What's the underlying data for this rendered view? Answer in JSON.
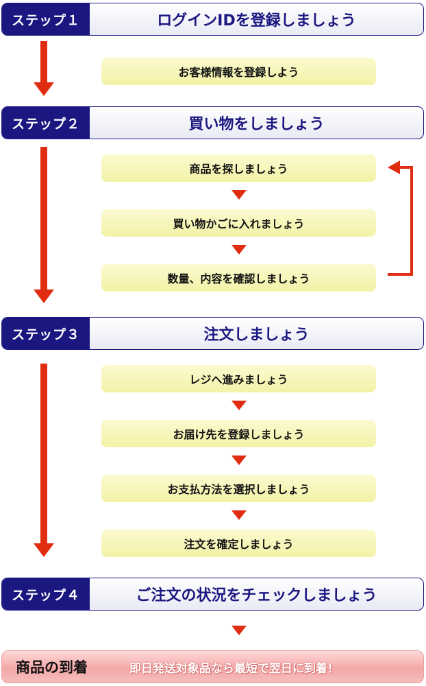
{
  "steps": [
    {
      "label": "ステップ１",
      "title": "ログインIDを登録しましょう"
    },
    {
      "label": "ステップ２",
      "title": "買い物をしましょう"
    },
    {
      "label": "ステップ３",
      "title": "注文しましょう"
    },
    {
      "label": "ステップ４",
      "title": "ご注文の状況をチェックしましょう"
    }
  ],
  "substeps": {
    "step1": [
      "お客様情報を登録しよう"
    ],
    "step2": [
      "商品を探しましょう",
      "買い物かごに入れましょう",
      "数量、内容を確認しましょう"
    ],
    "step3": [
      "レジへ進みましょう",
      "お届け先を登録しましょう",
      "お支払方法を選択しましょう",
      "注文を確定しましょう"
    ]
  },
  "final": {
    "title": "商品の到着",
    "subtitle": "即日発送対象品なら最短で翌日に到着！"
  },
  "colors": {
    "navy": "#1b1780",
    "arrow_red": "#e02d12",
    "substep_yellow": "#f3f2a8",
    "final_pink": "#f4a8a8"
  }
}
